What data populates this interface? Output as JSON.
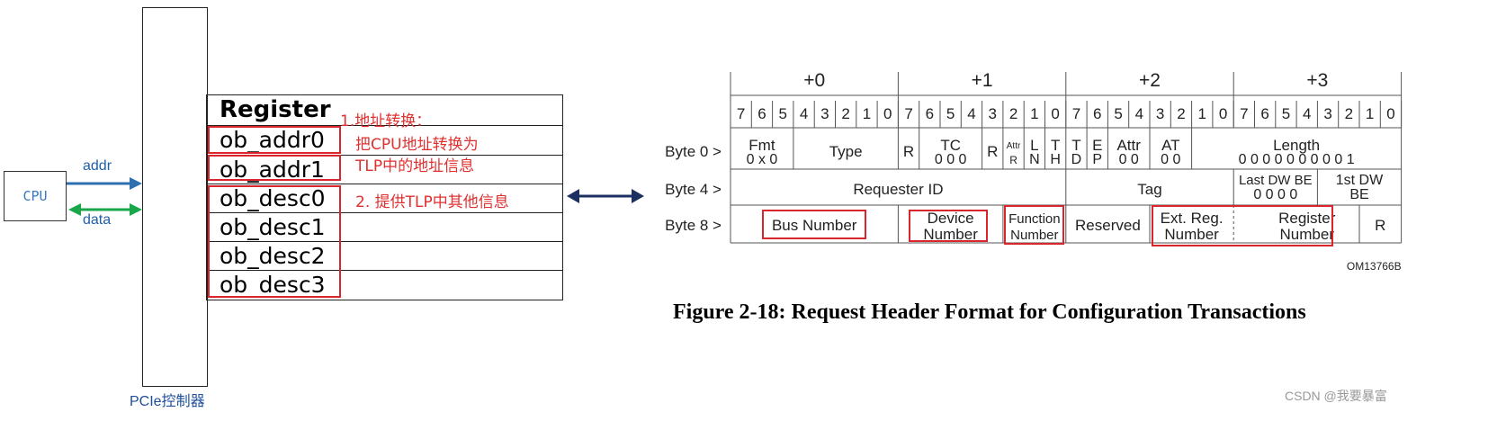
{
  "cpu": {
    "label": "CPU"
  },
  "arrows": {
    "addr": "addr",
    "data": "data"
  },
  "controller": {
    "label": "PCIe控制器"
  },
  "register_table": {
    "header": "Register",
    "rows": [
      "ob_addr0",
      "ob_addr1",
      "ob_desc0",
      "ob_desc1",
      "ob_desc2",
      "ob_desc3"
    ]
  },
  "annotations": {
    "note1_title": "1.地址转换：",
    "note1_line1": "把CPU地址转换为",
    "note1_line2": "TLP中的地址信息",
    "note2": "2. 提供TLP中其他信息"
  },
  "tlp_header": {
    "byte_offsets": [
      "+0",
      "+1",
      "+2",
      "+3"
    ],
    "bit_labels": [
      "7",
      "6",
      "5",
      "4",
      "3",
      "2",
      "1",
      "0"
    ],
    "row_labels": [
      "Byte 0 >",
      "Byte 4 >",
      "Byte 8 >"
    ],
    "row0": {
      "fmt": "Fmt",
      "fmt_val": "0 x 0",
      "type": "Type",
      "r1": "R",
      "tc": "TC",
      "tc_val": "0 0 0",
      "r2": "R",
      "attr_small": "Attr",
      "attr_small_val": "R",
      "l": "L",
      "n": "N",
      "t": "T",
      "h": "H",
      "td": "T",
      "td2": "D",
      "ep": "E",
      "ep2": "P",
      "attr": "Attr",
      "attr_val": "0 0",
      "at": "AT",
      "at_val": "0 0",
      "length": "Length",
      "length_val": "0 0 0 0 0 0 0 0 0 1",
      "length_prefix": "0 0"
    },
    "row1": {
      "requester_id": "Requester ID",
      "tag": "Tag",
      "last_dw_be": "Last DW BE",
      "last_dw_be_val": "0 0 0 0",
      "first_dw_be_1": "1st DW",
      "first_dw_be_2": "BE"
    },
    "row2": {
      "bus_number": "Bus Number",
      "device_number_1": "Device",
      "device_number_2": "Number",
      "function_number_1": "Function",
      "function_number_2": "Number",
      "reserved": "Reserved",
      "ext_reg_1": "Ext. Reg.",
      "ext_reg_2": "Number",
      "register_number_1": "Register",
      "register_number_2": "Number",
      "r": "R"
    },
    "figure_id": "OM13766B"
  },
  "caption": "Figure 2-18:  Request Header Format for Configuration Transactions",
  "watermark": "CSDN @我要暴富",
  "colors": {
    "red": "#d9262c",
    "addr_arrow": "#2e6fb0",
    "data_arrow": "#1aa64a",
    "link_arrow": "#1b3060"
  }
}
